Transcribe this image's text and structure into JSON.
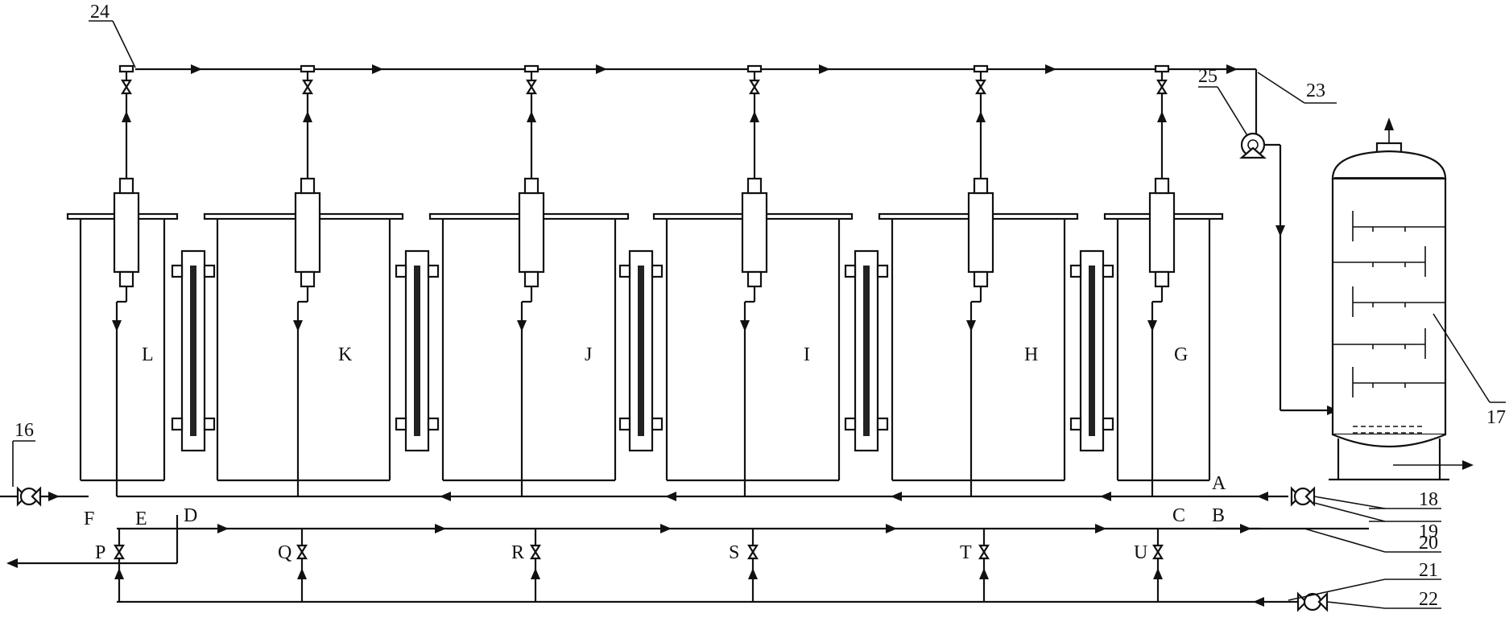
{
  "tanks": [
    {
      "label": "L"
    },
    {
      "label": "K"
    },
    {
      "label": "J"
    },
    {
      "label": "I"
    },
    {
      "label": "H"
    },
    {
      "label": "G"
    }
  ],
  "valve_labels": {
    "top_right": [
      "A",
      "B",
      "C"
    ],
    "left_lower": [
      "F",
      "E",
      "D"
    ],
    "bottom_row": [
      "P",
      "Q",
      "R",
      "S",
      "T",
      "U"
    ]
  },
  "reference_numbers": {
    "n16": "16",
    "n17": "17",
    "n18": "18",
    "n19": "19",
    "n20": "20",
    "n21": "21",
    "n22": "22",
    "n23": "23",
    "n24": "24",
    "n25": "25"
  }
}
